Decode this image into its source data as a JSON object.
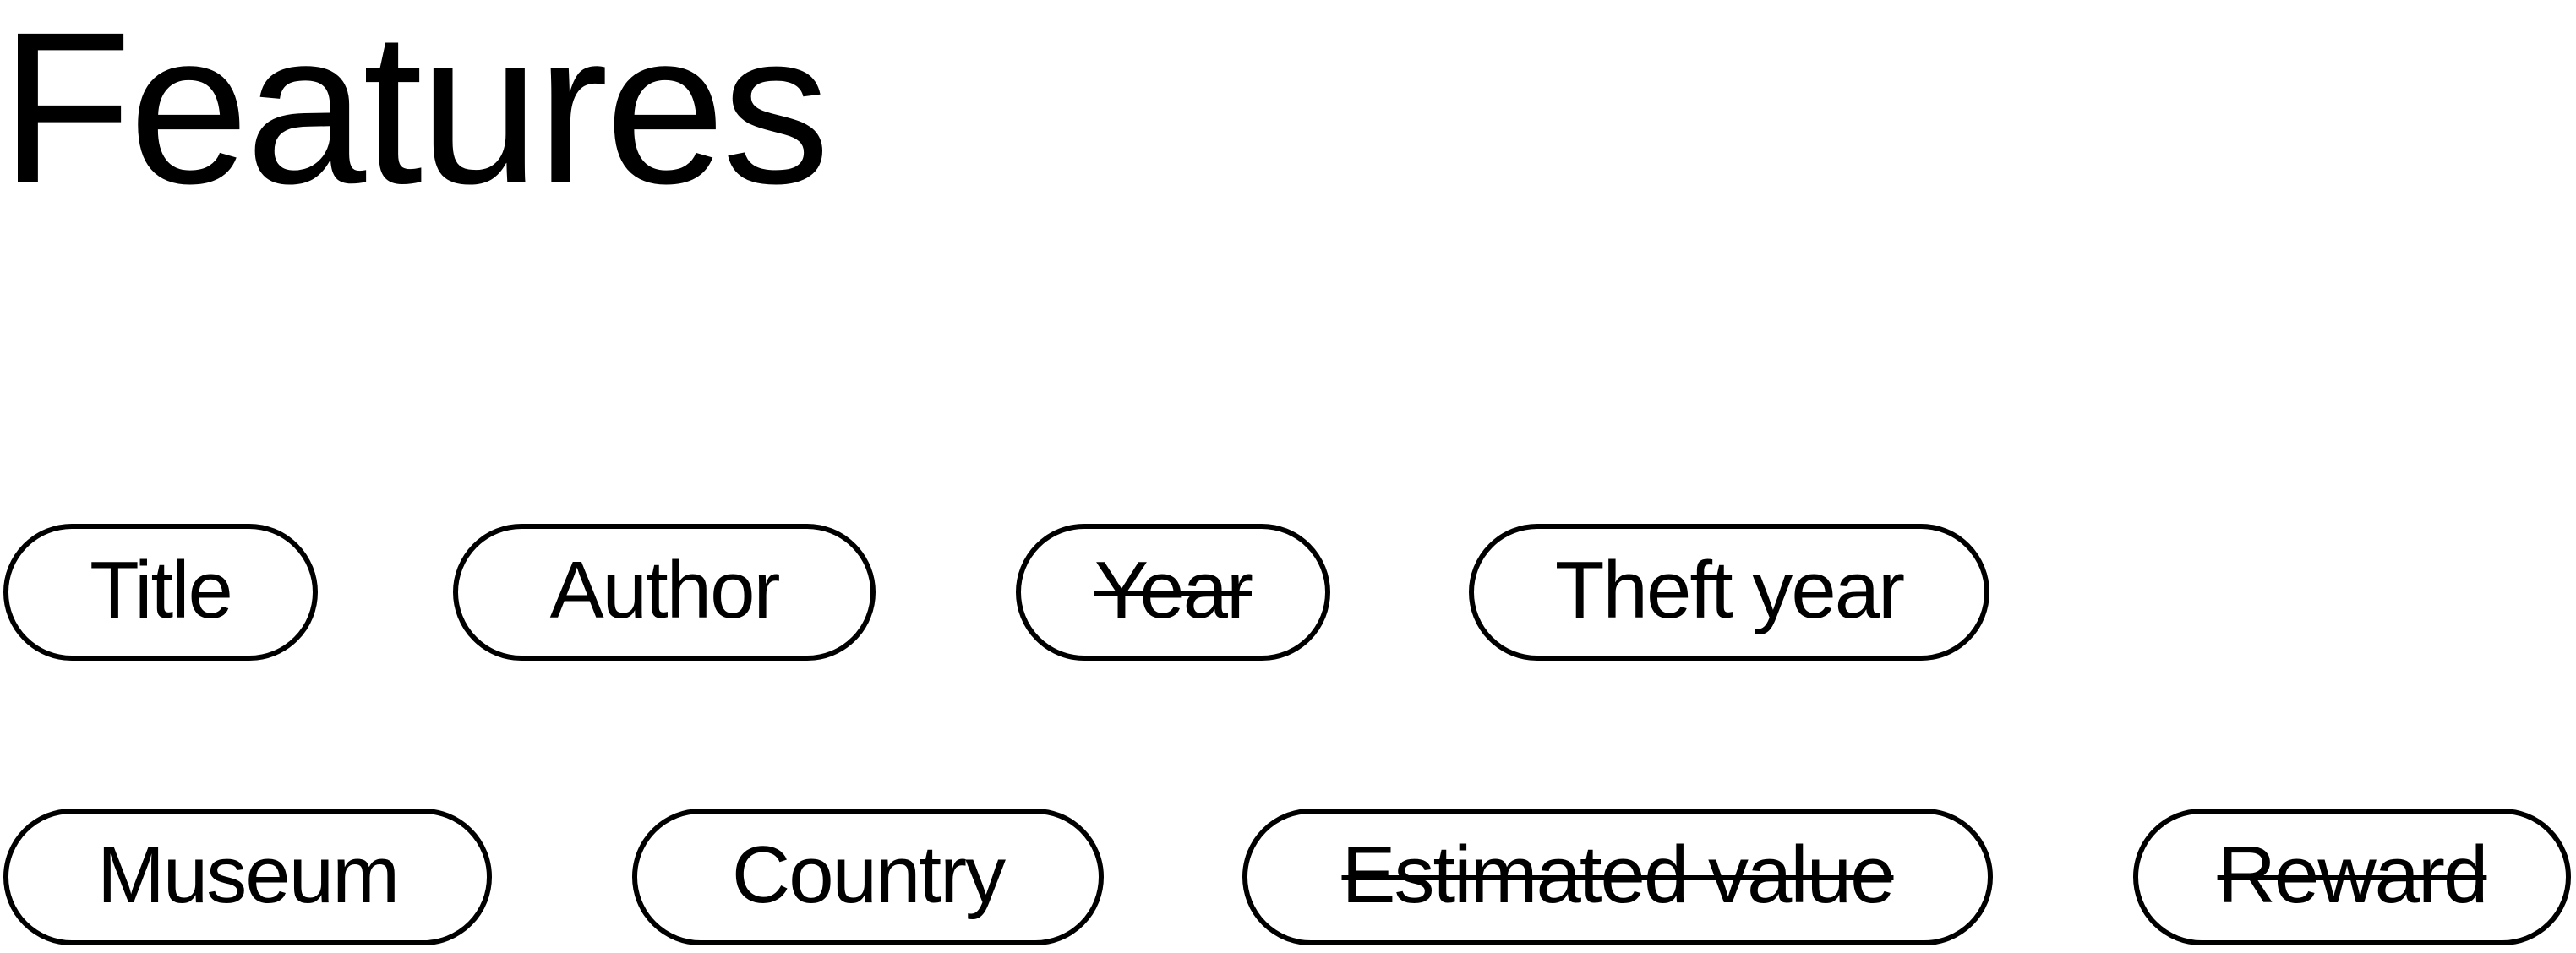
{
  "title": "Features",
  "features": {
    "row1": [
      {
        "label": "Title",
        "excluded": false
      },
      {
        "label": "Author",
        "excluded": false
      },
      {
        "label": "Year",
        "excluded": true
      },
      {
        "label": "Theft year",
        "excluded": false
      }
    ],
    "row2": [
      {
        "label": "Museum",
        "excluded": false
      },
      {
        "label": "Country",
        "excluded": false
      },
      {
        "label": "Estimated value",
        "excluded": true
      },
      {
        "label": "Reward",
        "excluded": true
      }
    ]
  }
}
